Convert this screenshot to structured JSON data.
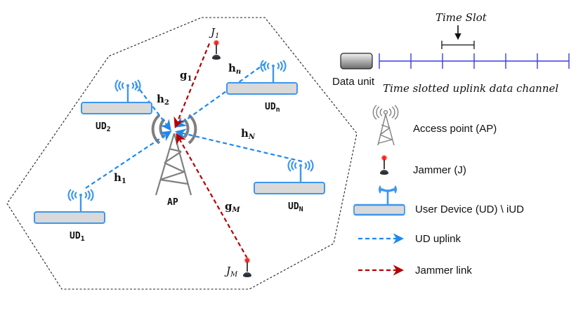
{
  "diagram": {
    "colors": {
      "uplink": "#1e88ef",
      "jammer_link": "#b40000",
      "device_fill": "#d9d9d9",
      "device_stroke": "#3d97ee",
      "tower": "#7f7f7f",
      "channel": "#3b3bdf",
      "cell_border": "#222222",
      "jammer_dot": "#ff2020"
    },
    "ap": {
      "label": "AP"
    },
    "devices": [
      {
        "id": "ud1",
        "label": "UD",
        "sub": "1",
        "link_label": "h",
        "link_sub": "1"
      },
      {
        "id": "ud2",
        "label": "UD",
        "sub": "2",
        "link_label": "h",
        "link_sub": "2"
      },
      {
        "id": "udn",
        "label": "UD",
        "sub": "n",
        "link_label": "h",
        "link_sub": "n"
      },
      {
        "id": "udN",
        "label": "UD",
        "sub": "N",
        "link_label": "h",
        "link_sub": "N"
      }
    ],
    "jammers": [
      {
        "id": "j1",
        "label": "J",
        "sub": "1",
        "link_label": "g",
        "link_sub": "1"
      },
      {
        "id": "jM",
        "label": "J",
        "sub": "M",
        "link_label": "g",
        "link_sub": "M"
      }
    ],
    "timeline": {
      "slot_label": "Time Slot",
      "data_unit_label": "Data unit",
      "channel_label": "Time slotted uplink data channel",
      "slot_count": 6
    },
    "legend": [
      {
        "icon": "access-point-icon",
        "label": "Access point (AP)"
      },
      {
        "icon": "jammer-icon",
        "label": "Jammer (J)"
      },
      {
        "icon": "user-device-icon",
        "label": "User Device (UD) \\ iUD"
      },
      {
        "icon": "uplink-arrow-icon",
        "label": "UD uplink"
      },
      {
        "icon": "jammer-link-arrow-icon",
        "label": "Jammer link"
      }
    ]
  }
}
